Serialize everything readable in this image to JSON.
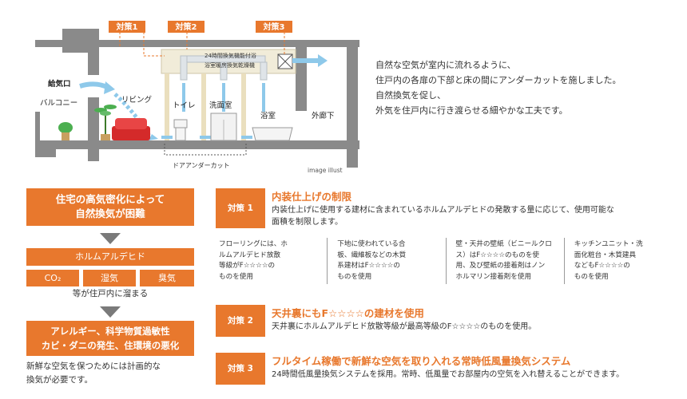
{
  "illustration": {
    "labels": {
      "measure1": "対策1",
      "measure2": "対策2",
      "measure3": "対策3",
      "ventilator": "24時間換気機能付浴",
      "ventilator2": "浴室暖房換気乾燥機",
      "air_inlet": "給気口",
      "balcony": "バルコニー",
      "living": "リビング",
      "toilet": "トイレ",
      "washroom": "洗面室",
      "bathroom": "浴室",
      "corridor": "外廊下",
      "undercut": "ドアアンダーカット"
    },
    "image_note": "image illust"
  },
  "intro": {
    "lines": [
      "自然な空気が室内に流れるように、",
      "住戸内の各扉の下部と床の間にアンダーカットを施しました。",
      "自然換気を促し、",
      "外気を住戸内に行き渡らせる細やかな工夫です。"
    ]
  },
  "flow": {
    "ventilation_line1": "住宅の高気密化によって",
    "ventilation_line2": "自然換気が困難",
    "formaldehyde": "ホルムアルデヒド",
    "sub": [
      "CO₂",
      "湿気",
      "臭気"
    ],
    "accumulate": "等が住戸内に溜まる",
    "allergy_line1": "アレルギー、科学物質過敏性",
    "allergy_line2": "カビ・ダニの発生、住環境の悪化",
    "fresh_air_line1": "新鮮な空気を保つためには計画的な",
    "fresh_air_line2": "換気が必要です。"
  },
  "measures": [
    {
      "badge": "対策 1",
      "title": "内装仕上げの制限",
      "desc": [
        "内装仕上げに使用する建材に含まれているホルムアルデヒドの発散する量に応じて、使用可能な",
        "面積を制限します。"
      ]
    },
    {
      "badge": "対策 2",
      "title": "天井裏にもF☆☆☆☆の建材を使用",
      "desc": [
        "天井裏にホルムアルデヒド放散等級が最高等級のF☆☆☆☆のものを使用。"
      ]
    },
    {
      "badge": "対策 3",
      "title": "フルタイム稼働で新鮮な空気を取り入れる常時低風量換気システム",
      "desc": [
        "24時間低風量換気システムを採用。常時、低風量でお部屋内の空気を入れ替えることができます。"
      ]
    }
  ],
  "details": [
    [
      "フローリングには、ホ",
      "ルムアルデヒド放散",
      "等級がF☆☆☆☆の",
      "ものを使用"
    ],
    [
      "下地に使われている合",
      "板、繊維板などの木質",
      "系建材はF☆☆☆☆の",
      "ものを使用"
    ],
    [
      "壁・天井の壁紙（ビニールクロ",
      "ス）はF☆☆☆☆のものを使",
      "用、及び壁紙の接着剤はノン",
      "ホルマリン接着剤を使用"
    ],
    [
      "キッチンユニット・洗",
      "面化粧台・木質建具",
      "などもF☆☆☆☆の",
      "ものを使用"
    ]
  ],
  "colors": {
    "accent": "#e8782d",
    "structure": "#8a8a8a",
    "airflow": "#8ec9ea",
    "sofa": "#d42a2a"
  }
}
